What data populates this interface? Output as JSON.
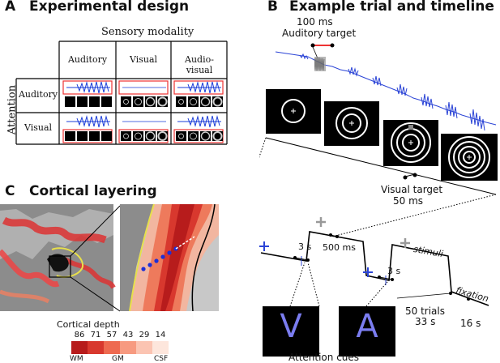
{
  "panels": {
    "a": {
      "letter": "A",
      "title": "Experimental design",
      "column_header": "Sensory modality",
      "row_header": "Attention",
      "columns": [
        "Auditory",
        "Visual",
        "Audio-visual"
      ],
      "rows": [
        "Auditory",
        "Visual"
      ]
    },
    "b": {
      "letter": "B",
      "title": "Example trial and timeline",
      "auditory_duration": "100 ms",
      "auditory_label": "Auditory target",
      "visual_label": "Visual target",
      "visual_duration": "50 ms",
      "cue_interval_1": "3 s",
      "cue_interval_2": "500 ms",
      "cue_interval_3": "3 s",
      "stimuli_label": "stimuli",
      "fixation_label": "fixation",
      "trials_label": "50 trials",
      "trials_duration": "33 s",
      "fixation_duration": "16 s",
      "cue_letter_1": "V",
      "cue_letter_2": "A",
      "cues_label": "Attention cues"
    },
    "c": {
      "letter": "C",
      "title": "Cortical layering",
      "depth_label": "Cortical depth",
      "depth_ticks": [
        "86",
        "71",
        "57",
        "43",
        "29",
        "14"
      ],
      "scale_labels": [
        "WM",
        "GM",
        "CSF"
      ],
      "depth_colors": [
        "#b71c1c",
        "#d8382e",
        "#ee6a50",
        "#f79a80",
        "#fbc4b2",
        "#fde6dc"
      ]
    }
  }
}
